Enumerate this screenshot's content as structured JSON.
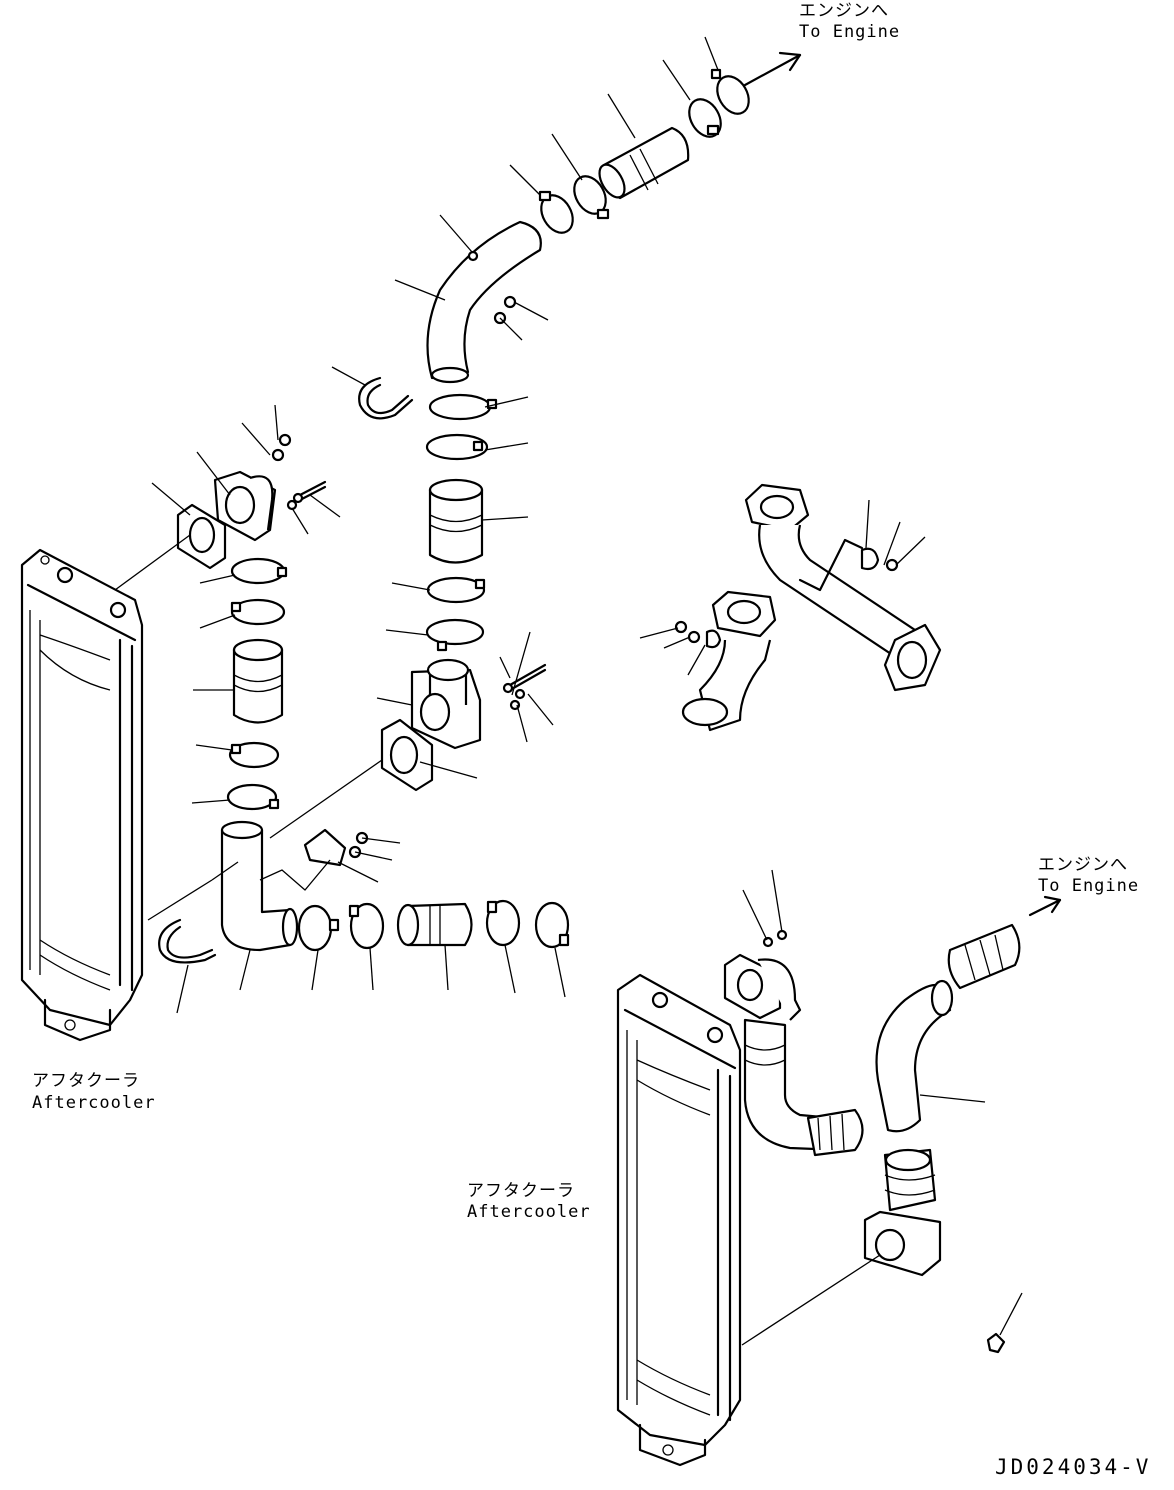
{
  "labels": {
    "engine_top_jp": "エンジンへ",
    "engine_top_en": "To Engine",
    "engine_right_jp": "エンジンへ",
    "engine_right_en": "To Engine",
    "aftercooler_left_jp": "アフタクーラ",
    "aftercooler_left_en": "Aftercooler",
    "aftercooler_right_jp": "アフタクーラ",
    "aftercooler_right_en": "Aftercooler",
    "drawing_code": "JD024034-V"
  }
}
